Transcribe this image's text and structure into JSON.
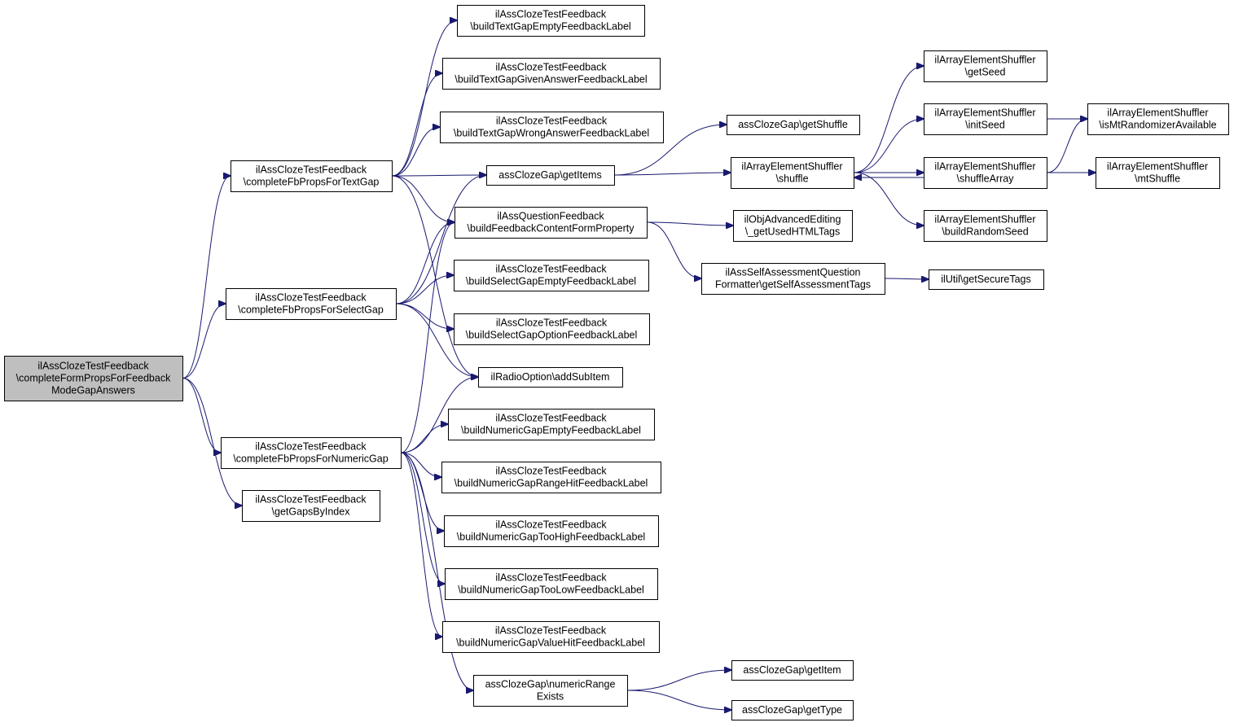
{
  "nodes": [
    {
      "id": "root",
      "lines": [
        "ilAssClozeTestFeedback",
        "\\completeFormPropsForFeedback",
        "ModeGapAnswers"
      ],
      "highlight": true
    },
    {
      "id": "textgap",
      "lines": [
        "ilAssClozeTestFeedback",
        "\\completeFbPropsForTextGap"
      ]
    },
    {
      "id": "selectgap",
      "lines": [
        "ilAssClozeTestFeedback",
        "\\completeFbPropsForSelectGap"
      ]
    },
    {
      "id": "numericgap",
      "lines": [
        "ilAssClozeTestFeedback",
        "\\completeFbPropsForNumericGap"
      ]
    },
    {
      "id": "getgaps",
      "lines": [
        "ilAssClozeTestFeedback",
        "\\getGapsByIndex"
      ]
    },
    {
      "id": "tg_empty",
      "lines": [
        "ilAssClozeTestFeedback",
        "\\buildTextGapEmptyFeedbackLabel"
      ]
    },
    {
      "id": "tg_given",
      "lines": [
        "ilAssClozeTestFeedback",
        "\\buildTextGapGivenAnswerFeedbackLabel"
      ]
    },
    {
      "id": "tg_wrong",
      "lines": [
        "ilAssClozeTestFeedback",
        "\\buildTextGapWrongAnswerFeedbackLabel"
      ]
    },
    {
      "id": "getitems",
      "lines": [
        "assClozeGap\\getItems"
      ]
    },
    {
      "id": "buildfb",
      "lines": [
        "ilAssQuestionFeedback",
        "\\buildFeedbackContentFormProperty"
      ]
    },
    {
      "id": "sg_empty",
      "lines": [
        "ilAssClozeTestFeedback",
        "\\buildSelectGapEmptyFeedbackLabel"
      ]
    },
    {
      "id": "sg_option",
      "lines": [
        "ilAssClozeTestFeedback",
        "\\buildSelectGapOptionFeedbackLabel"
      ]
    },
    {
      "id": "addsubitem",
      "lines": [
        "ilRadioOption\\addSubItem"
      ]
    },
    {
      "id": "ng_empty",
      "lines": [
        "ilAssClozeTestFeedback",
        "\\buildNumericGapEmptyFeedbackLabel"
      ]
    },
    {
      "id": "ng_range",
      "lines": [
        "ilAssClozeTestFeedback",
        "\\buildNumericGapRangeHitFeedbackLabel"
      ]
    },
    {
      "id": "ng_high",
      "lines": [
        "ilAssClozeTestFeedback",
        "\\buildNumericGapTooHighFeedbackLabel"
      ]
    },
    {
      "id": "ng_low",
      "lines": [
        "ilAssClozeTestFeedback",
        "\\buildNumericGapTooLowFeedbackLabel"
      ]
    },
    {
      "id": "ng_value",
      "lines": [
        "ilAssClozeTestFeedback",
        "\\buildNumericGapValueHitFeedbackLabel"
      ]
    },
    {
      "id": "numrange",
      "lines": [
        "assClozeGap\\numericRange",
        "Exists"
      ]
    },
    {
      "id": "getshuffle",
      "lines": [
        "assClozeGap\\getShuffle"
      ]
    },
    {
      "id": "shuffle",
      "lines": [
        "ilArrayElementShuffler",
        "\\shuffle"
      ]
    },
    {
      "id": "objadv",
      "lines": [
        "ilObjAdvancedEditing",
        "\\_getUsedHTMLTags"
      ]
    },
    {
      "id": "selfassess",
      "lines": [
        "ilAssSelfAssessmentQuestion",
        "Formatter\\getSelfAssessmentTags"
      ]
    },
    {
      "id": "getitem",
      "lines": [
        "assClozeGap\\getItem"
      ]
    },
    {
      "id": "gettype",
      "lines": [
        "assClozeGap\\getType"
      ]
    },
    {
      "id": "getseed",
      "lines": [
        "ilArrayElementShuffler",
        "\\getSeed"
      ]
    },
    {
      "id": "initseed",
      "lines": [
        "ilArrayElementShuffler",
        "\\initSeed"
      ]
    },
    {
      "id": "shufflearray",
      "lines": [
        "ilArrayElementShuffler",
        "\\shuffleArray"
      ]
    },
    {
      "id": "randomseed",
      "lines": [
        "ilArrayElementShuffler",
        "\\buildRandomSeed"
      ]
    },
    {
      "id": "securetags",
      "lines": [
        "ilUtil\\getSecureTags"
      ]
    },
    {
      "id": "mtavail",
      "lines": [
        "ilArrayElementShuffler",
        "\\isMtRandomizerAvailable"
      ]
    },
    {
      "id": "mtshuffle",
      "lines": [
        "ilArrayElementShuffler",
        "\\mtShuffle"
      ]
    }
  ],
  "edges": [
    [
      "root",
      "textgap"
    ],
    [
      "root",
      "selectgap"
    ],
    [
      "root",
      "numericgap"
    ],
    [
      "root",
      "getgaps"
    ],
    [
      "textgap",
      "tg_empty"
    ],
    [
      "textgap",
      "tg_given"
    ],
    [
      "textgap",
      "tg_wrong"
    ],
    [
      "textgap",
      "getitems"
    ],
    [
      "textgap",
      "buildfb"
    ],
    [
      "textgap",
      "addsubitem"
    ],
    [
      "selectgap",
      "getitems"
    ],
    [
      "selectgap",
      "buildfb"
    ],
    [
      "selectgap",
      "sg_empty"
    ],
    [
      "selectgap",
      "sg_option"
    ],
    [
      "selectgap",
      "addsubitem"
    ],
    [
      "numericgap",
      "buildfb"
    ],
    [
      "numericgap",
      "addsubitem"
    ],
    [
      "numericgap",
      "ng_empty"
    ],
    [
      "numericgap",
      "ng_range"
    ],
    [
      "numericgap",
      "ng_high"
    ],
    [
      "numericgap",
      "ng_low"
    ],
    [
      "numericgap",
      "ng_value"
    ],
    [
      "numericgap",
      "numrange"
    ],
    [
      "getitems",
      "getshuffle"
    ],
    [
      "getitems",
      "shuffle"
    ],
    [
      "buildfb",
      "objadv"
    ],
    [
      "buildfb",
      "selfassess"
    ],
    [
      "selfassess",
      "securetags"
    ],
    [
      "numrange",
      "getitem"
    ],
    [
      "numrange",
      "gettype"
    ],
    [
      "shuffle",
      "getseed"
    ],
    [
      "shuffle",
      "initseed"
    ],
    [
      "shuffle",
      "shufflearray"
    ],
    [
      "shuffle",
      "randomseed"
    ],
    [
      "shufflearray",
      "shuffle"
    ],
    [
      "shufflearray",
      "mtavail"
    ],
    [
      "shufflearray",
      "mtshuffle"
    ],
    [
      "initseed",
      "mtavail"
    ]
  ]
}
